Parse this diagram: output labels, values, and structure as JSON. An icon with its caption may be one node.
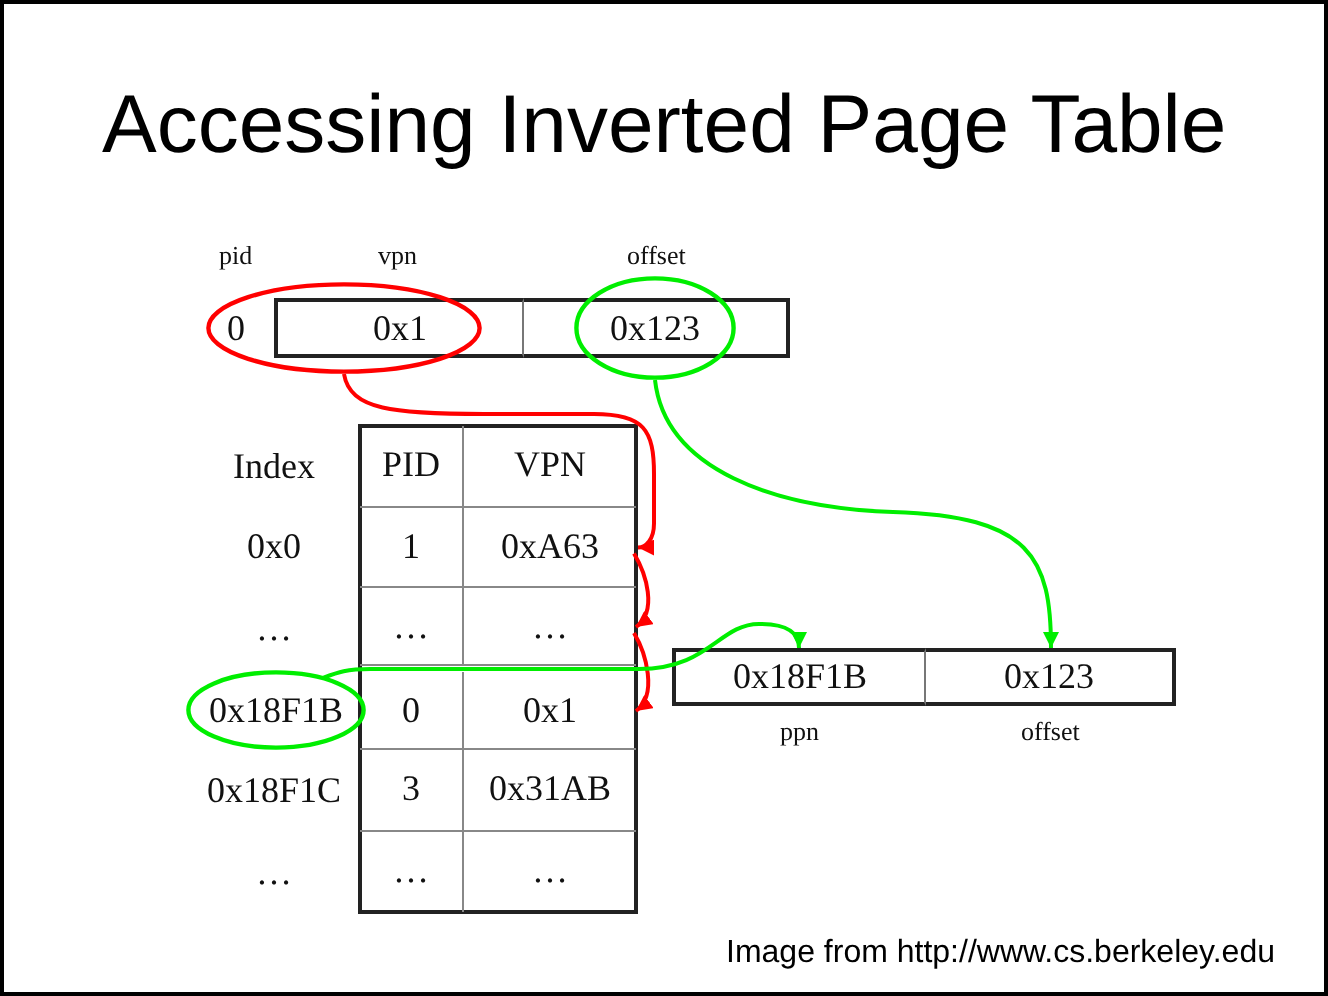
{
  "diagram": {
    "title": "Accessing Inverted Page Table",
    "nodes": [
      {
        "text": [
          "0"
        ],
        "beside": [
          "pid"
        ]
      },
      {
        "text": [
          "0x1"
        ],
        "beside": [
          "vpn"
        ]
      },
      {
        "text": [],
        "shape": "box"
      },
      {
        "text": [
          "0x123"
        ],
        "beside": [
          "offset"
        ]
      },
      {
        "text": [
          "PID"
        ]
      },
      {
        "text": [
          "VPN"
        ]
      },
      {
        "text": [
          "1"
        ]
      },
      {
        "text": [
          "0xA63"
        ]
      },
      {
        "text": [
          "…"
        ]
      },
      {
        "text": [
          "…"
        ]
      },
      {
        "text": [
          "0x18F1B"
        ]
      },
      {
        "text": [
          "0"
        ]
      },
      {
        "text": [
          "0x1"
        ]
      },
      {
        "text": [
          "3"
        ]
      },
      {
        "text": [
          "0x31AB"
        ]
      },
      {
        "text": [
          "…"
        ]
      },
      {
        "text": [
          "…"
        ]
      },
      {
        "text": [
          "0x18F1B"
        ],
        "beside": [
          "ppn"
        ]
      },
      {
        "text": [
          "0x123"
        ],
        "beside": [
          "offset"
        ]
      }
    ],
    "edges": [
      {
        "from": 0,
        "to": 7,
        "arrow": "to"
      },
      {
        "from": 7,
        "to": 9,
        "arrow": "to"
      },
      {
        "from": 9,
        "to": 12,
        "arrow": "to"
      },
      {
        "from": 3,
        "to": 18,
        "arrow": "to",
        "color": "#00ee00"
      },
      {
        "from": 10,
        "to": 17,
        "arrow": "to",
        "color": "#00ee00"
      }
    ],
    "labels": [
      "Index",
      "0x0",
      "…",
      "0x18F1C",
      "…"
    ],
    "caption": "Image from http://www.cs.berkeley.edu"
  }
}
